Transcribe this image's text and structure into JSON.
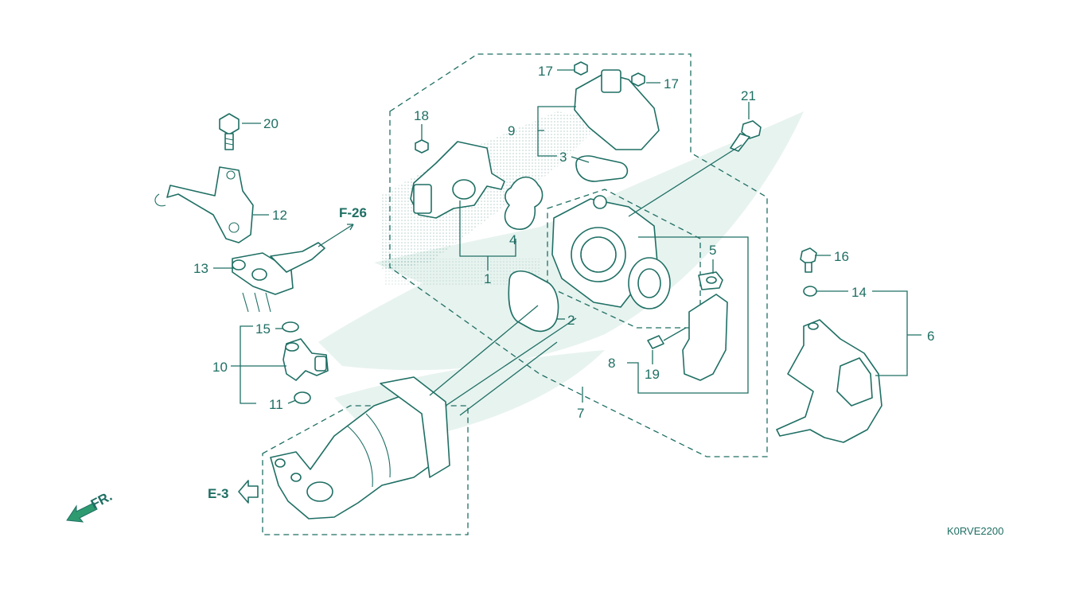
{
  "colors": {
    "ink": "#1f6f64",
    "accent": "#2e9a70",
    "watermark": "#e7f3ef"
  },
  "callouts": {
    "c1": "1",
    "c2": "2",
    "c3": "3",
    "c4": "4",
    "c5": "5",
    "c6": "6",
    "c7": "7",
    "c8": "8",
    "c9": "9",
    "c10": "10",
    "c11": "11",
    "c12": "12",
    "c13": "13",
    "c14": "14",
    "c15": "15",
    "c16": "16",
    "c17a": "17",
    "c17b": "17",
    "c18": "18",
    "c19": "19",
    "c20": "20",
    "c21": "21"
  },
  "refs": {
    "f26": "F-26",
    "e3": "E-3"
  },
  "direction_label": "FR.",
  "diagram_code": "K0RVE2200"
}
